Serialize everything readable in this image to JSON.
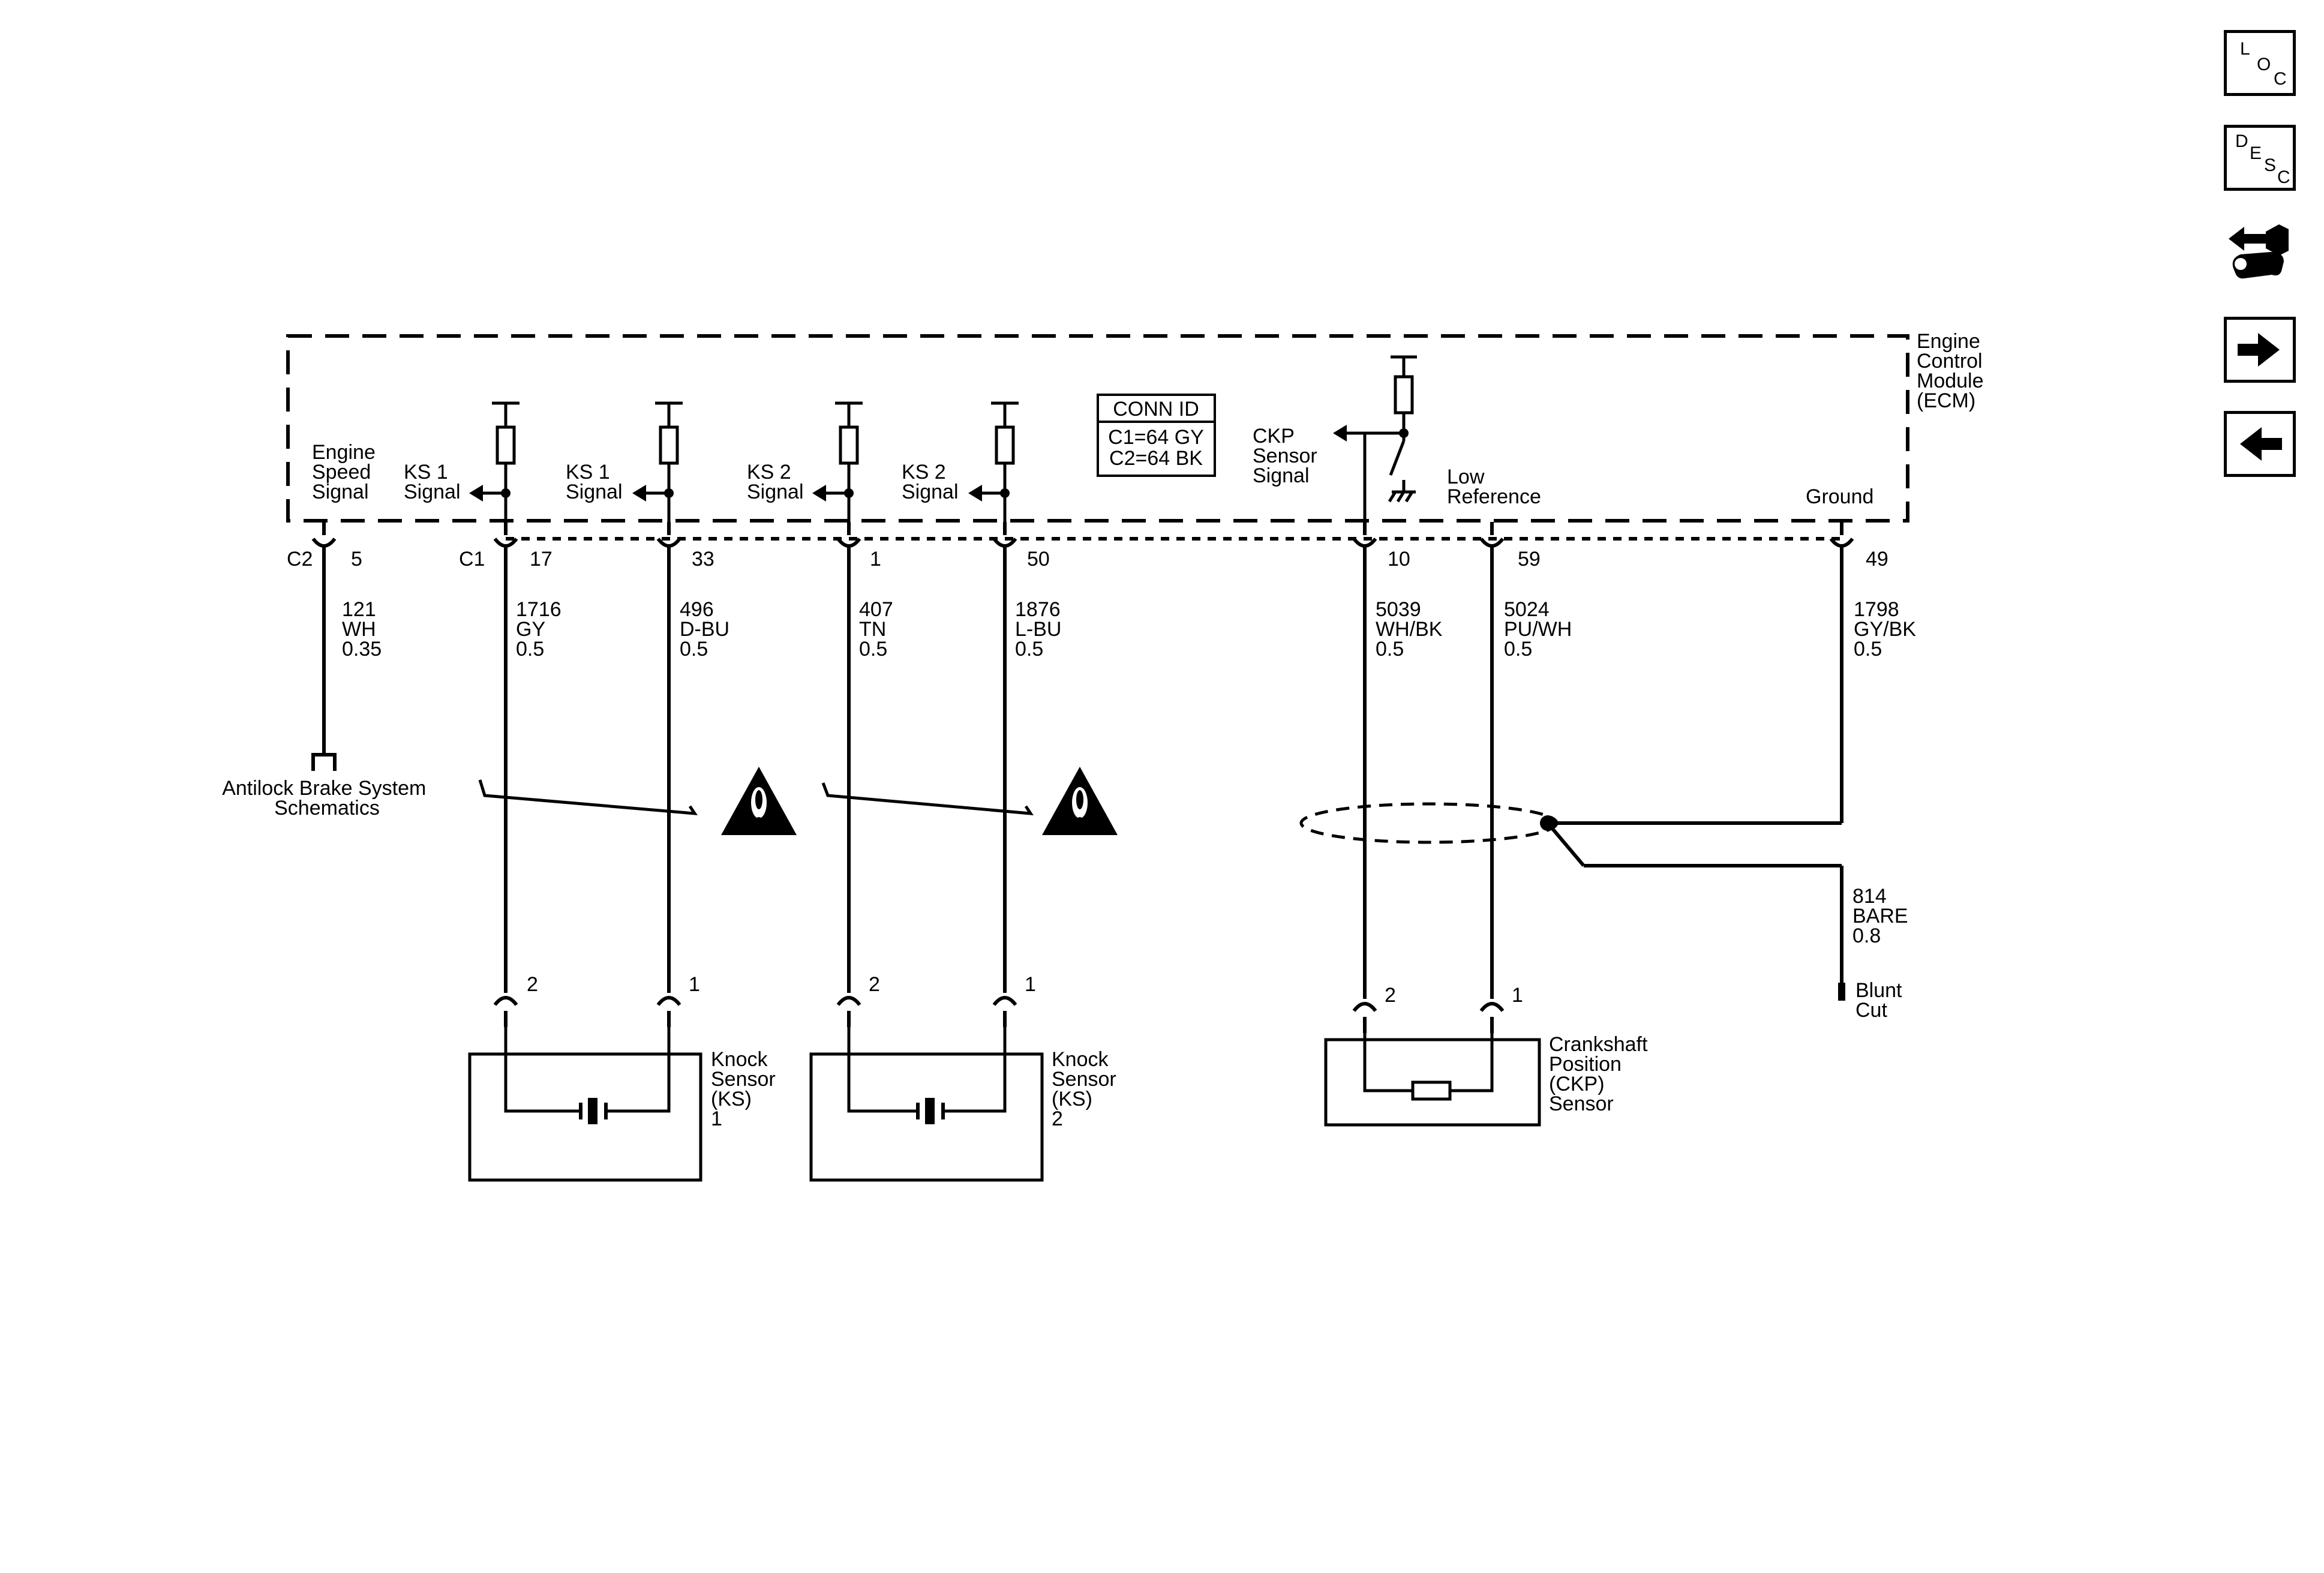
{
  "module": {
    "name_lines": [
      "Engine",
      "Control",
      "Module",
      "(ECM)"
    ]
  },
  "conn_id": {
    "title": "CONN ID",
    "lines": [
      "C1=64 GY",
      "C2=64 BK"
    ]
  },
  "connector_labels": {
    "c2": "C2",
    "c1": "C1"
  },
  "internal_labels": {
    "engine_speed": [
      "Engine",
      "Speed",
      "Signal"
    ],
    "ks1_a": [
      "KS 1",
      "Signal"
    ],
    "ks1_b": [
      "KS 1",
      "Signal"
    ],
    "ks2_a": [
      "KS 2",
      "Signal"
    ],
    "ks2_b": [
      "KS 2",
      "Signal"
    ],
    "ckp": [
      "CKP",
      "Sensor",
      "Signal"
    ],
    "low_ref": [
      "Low",
      "Reference"
    ],
    "ground": [
      "Ground"
    ]
  },
  "pins": [
    {
      "pin": "5",
      "circuit": "121",
      "color": "WH",
      "gauge": "0.35"
    },
    {
      "pin": "17",
      "circuit": "1716",
      "color": "GY",
      "gauge": "0.5"
    },
    {
      "pin": "33",
      "circuit": "496",
      "color": "D-BU",
      "gauge": "0.5"
    },
    {
      "pin": "1",
      "circuit": "407",
      "color": "TN",
      "gauge": "0.5"
    },
    {
      "pin": "50",
      "circuit": "1876",
      "color": "L-BU",
      "gauge": "0.5"
    },
    {
      "pin": "10",
      "circuit": "5039",
      "color": "WH/BK",
      "gauge": "0.5"
    },
    {
      "pin": "59",
      "circuit": "5024",
      "color": "PU/WH",
      "gauge": "0.5"
    },
    {
      "pin": "49",
      "circuit": "1798",
      "color": "GY/BK",
      "gauge": "0.5"
    }
  ],
  "abs_reference": [
    "Antilock Brake System",
    "Schematics"
  ],
  "drain": {
    "circuit": "814",
    "color": "BARE",
    "gauge": "0.8",
    "end": [
      "Blunt",
      "Cut"
    ]
  },
  "sensor_pins": {
    "ks1": [
      "2",
      "1"
    ],
    "ks2": [
      "2",
      "1"
    ],
    "ckp": [
      "2",
      "1"
    ]
  },
  "components": {
    "ks1": [
      "Knock",
      "Sensor",
      "(KS)",
      "1"
    ],
    "ks2": [
      "Knock",
      "Sensor",
      "(KS)",
      "2"
    ],
    "ckp": [
      "Crankshaft",
      "Position",
      "(CKP)",
      "Sensor"
    ]
  },
  "nav": {
    "loc": [
      "L",
      "O",
      "C"
    ],
    "desc": [
      "D",
      "E",
      "S",
      "C"
    ]
  }
}
